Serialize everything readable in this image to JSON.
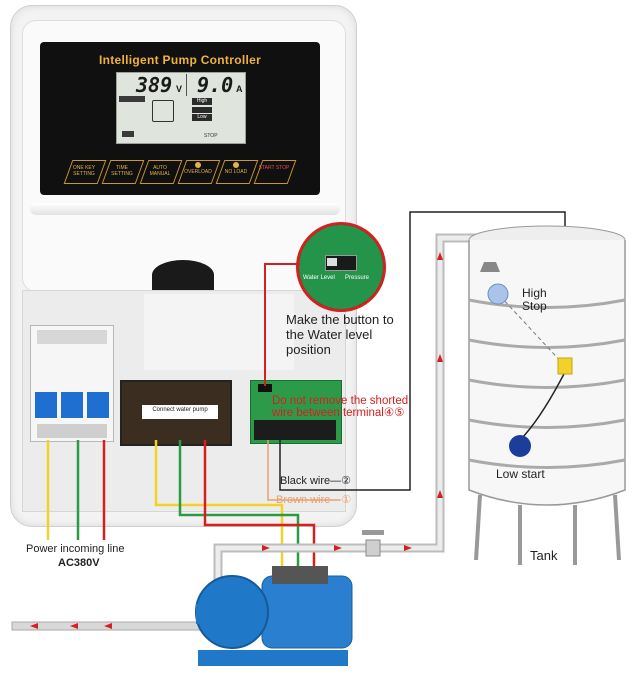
{
  "controller": {
    "title": "Intelligent Pump Controller",
    "voltage": "389",
    "voltage_unit": "V",
    "current": "9.0",
    "current_unit": "A",
    "lcd_small": {
      "level": "High",
      "low": "Low",
      "stop": "STOP"
    },
    "buttons": [
      {
        "label": "ONE KEY SETTING"
      },
      {
        "label": "TIME SETTING"
      },
      {
        "label": "AUTO MANUAL"
      },
      {
        "label": "OVERLOAD"
      },
      {
        "label": "NO LOAD"
      },
      {
        "label": "START STOP"
      }
    ]
  },
  "terminal_block_label": "Connect water pump",
  "switch": {
    "left_label": "Water Level",
    "right_label": "Pressure"
  },
  "annotations": {
    "button_instruction": "Make the button to the Water level position",
    "shorted_warning": "Do not remove the shorted wire between terminal④⑤",
    "black_wire": "Black wire—②",
    "brown_wire": "Brown wire—①",
    "power_line": "Power incoming line",
    "power_spec": "AC380V"
  },
  "tank": {
    "label": "Tank",
    "high_stop": "High Stop",
    "low_start": "Low start"
  },
  "colors": {
    "panel_dark": "#101010",
    "accent_gold": "#f0b23a",
    "wire_red": "#d52020",
    "wire_green": "#2a9a45",
    "wire_yellow": "#f2d22a",
    "pump_blue": "#1f7fd0",
    "pipe_grey": "#c9c9c9"
  }
}
